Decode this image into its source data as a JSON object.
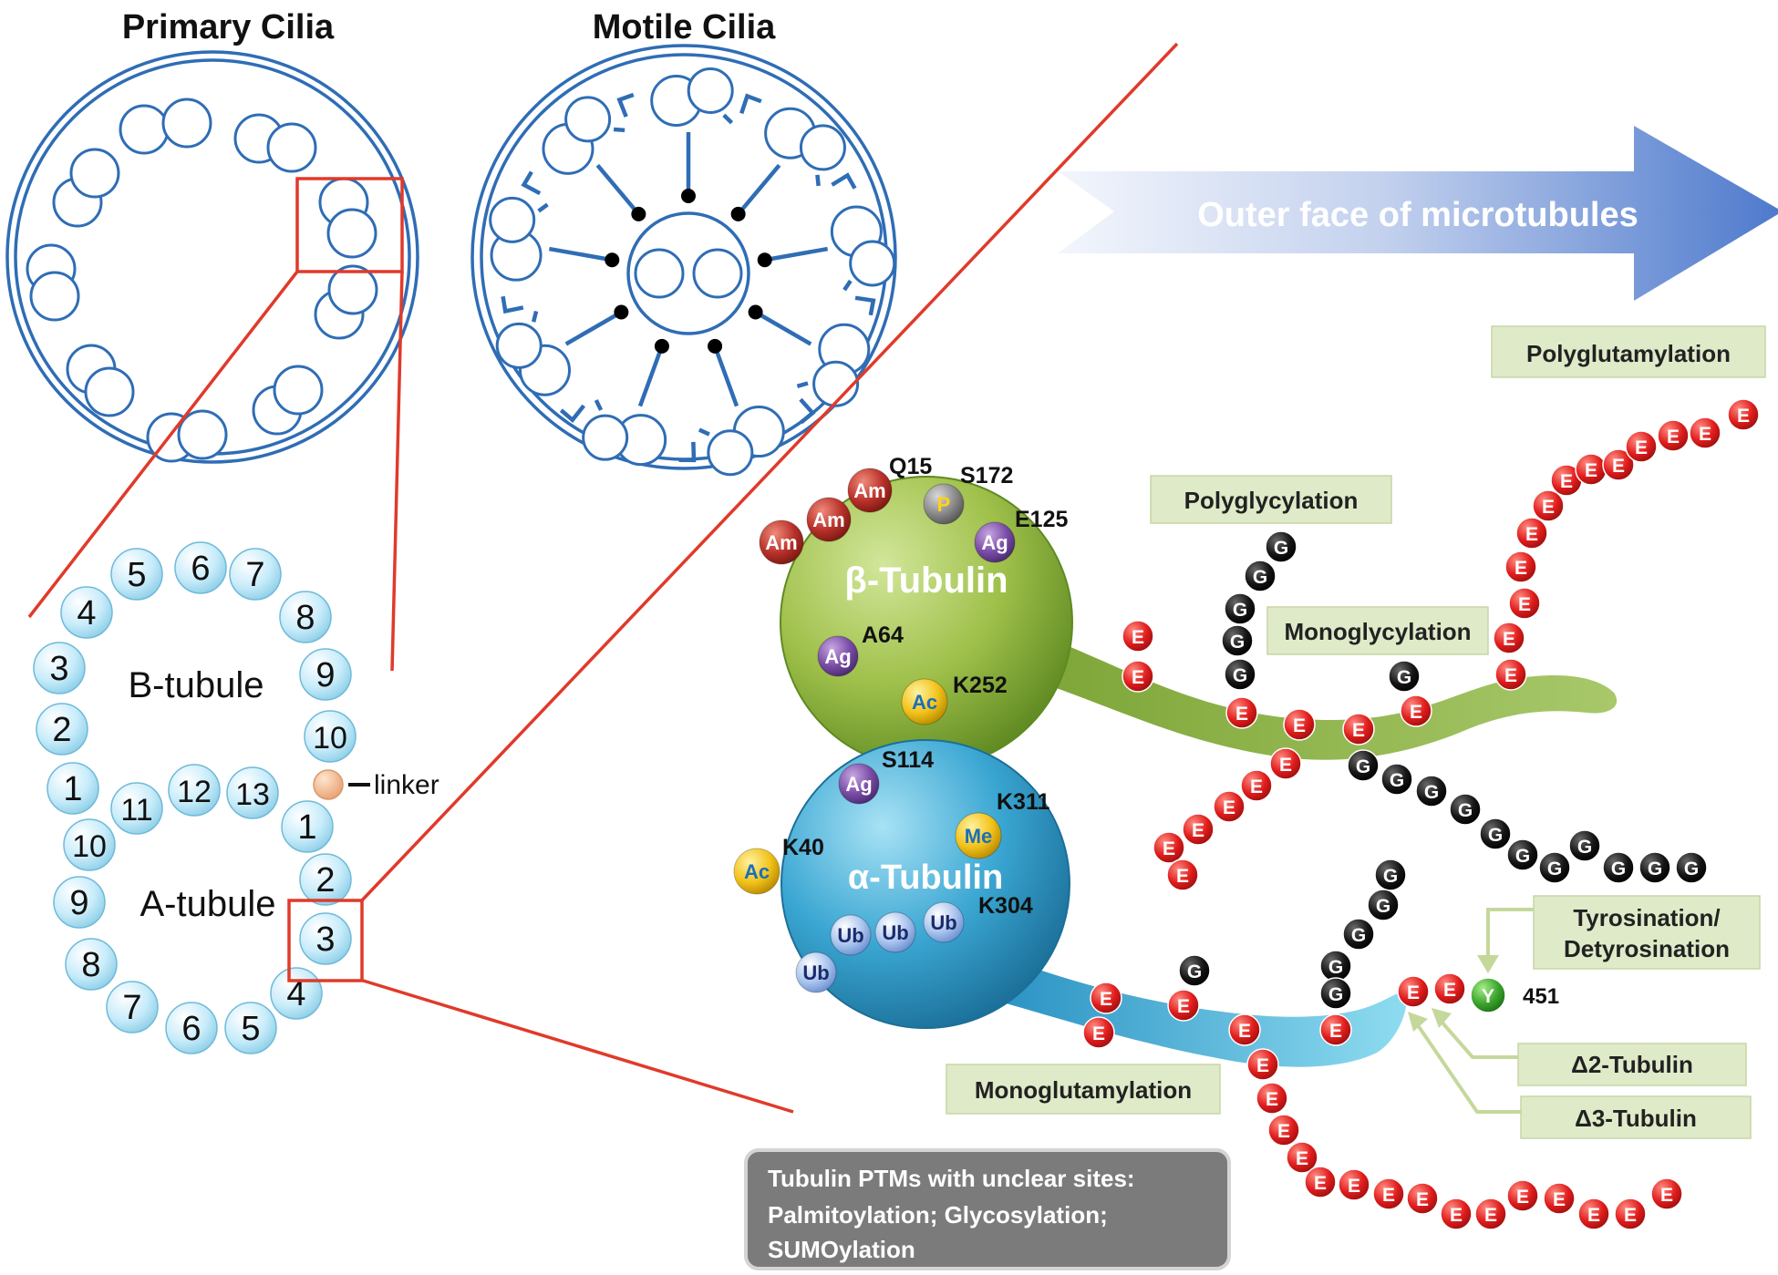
{
  "titles": {
    "primary": "Primary Cilia",
    "motile": "Motile Cilia"
  },
  "doublet": {
    "b_tubule": "B-tubule",
    "a_tubule": "A-tubule",
    "linker": "linker",
    "b_numbers": [
      "1",
      "2",
      "3",
      "4",
      "5",
      "6",
      "7",
      "8",
      "9",
      "10"
    ],
    "a_numbers": [
      "1",
      "2",
      "3",
      "4",
      "5",
      "6",
      "7",
      "8",
      "9",
      "10",
      "11",
      "12",
      "13"
    ]
  },
  "arrow": {
    "label": "Outer face of microtubules"
  },
  "beta": {
    "name": "β-Tubulin",
    "sites": [
      "Q15",
      "S172",
      "E125",
      "A64",
      "K252"
    ],
    "badges": [
      "Am",
      "Am",
      "Am",
      "P",
      "Ag",
      "Ag",
      "Ac"
    ]
  },
  "alpha": {
    "name": "α-Tubulin",
    "sites": [
      "S114",
      "K311",
      "K40",
      "K304"
    ],
    "badges": [
      "Ag",
      "Me",
      "Ac",
      "Ub",
      "Ub",
      "Ub",
      "Ub"
    ]
  },
  "labels": {
    "polyglutamylation": "Polyglutamylation",
    "polyglycylation": "Polyglycylation",
    "monoglycylation": "Monoglycylation",
    "monoglutamylation": "Monoglutamylation",
    "tyrosination": [
      "Tyrosination/",
      "Detyrosination"
    ],
    "delta2": "Δ2-Tubulin",
    "delta3": "Δ3-Tubulin",
    "y451": "451"
  },
  "residues": {
    "glu": "E",
    "gly": "G",
    "tyr": "Y"
  },
  "note": {
    "lines": [
      "Tubulin PTMs with unclear sites:",
      "Palmitoylation; Glycosylation;",
      "SUMOylation"
    ]
  },
  "colors": {
    "cilia_blue": "#2f6db5",
    "tubule_fill": "#cfeefa",
    "red_line": "#e03a2a",
    "beta_green": "#8db23a",
    "alpha_blue": "#3aa6d2",
    "glu_red": "#d81e1e",
    "gly_black": "#111111",
    "label_bg": "#dfeac8",
    "note_bg": "#7b7b7b"
  }
}
